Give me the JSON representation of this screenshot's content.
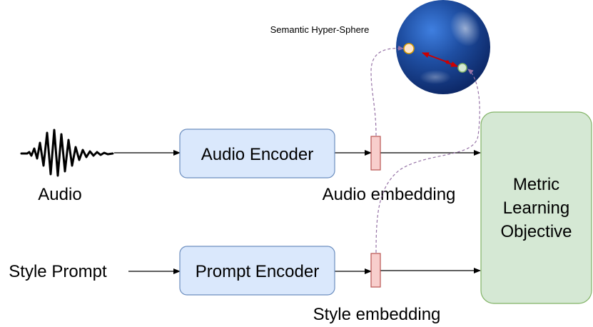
{
  "sphere_label": "Semantic Hyper-Sphere",
  "audio_label": "Audio",
  "style_prompt_label": "Style Prompt",
  "audio_encoder_label": "Audio Encoder",
  "prompt_encoder_label": "Prompt Encoder",
  "audio_embedding_label": "Audio embedding",
  "style_embedding_label": "Style embedding",
  "objective_lines": [
    "Metric",
    "Learning",
    "Objective"
  ],
  "colors": {
    "encoder_fill": "#dae8fc",
    "encoder_stroke": "#6c8ebf",
    "objective_fill": "#d5e8d4",
    "objective_stroke": "#82b366",
    "embedding_fill": "#f8cecc",
    "embedding_stroke": "#b85450",
    "dashed_connector": "#9673a6",
    "sphere": "#1f4fa3",
    "sphere_dark": "#0f2d72",
    "audio_point_fill": "#ffe6cc",
    "audio_point_stroke": "#d79b00",
    "style_point_fill": "#d5e8d4",
    "style_point_stroke": "#82b366",
    "pull_arrow": "#cc0000"
  },
  "icons": {
    "waveform": "audio-waveform-icon"
  }
}
